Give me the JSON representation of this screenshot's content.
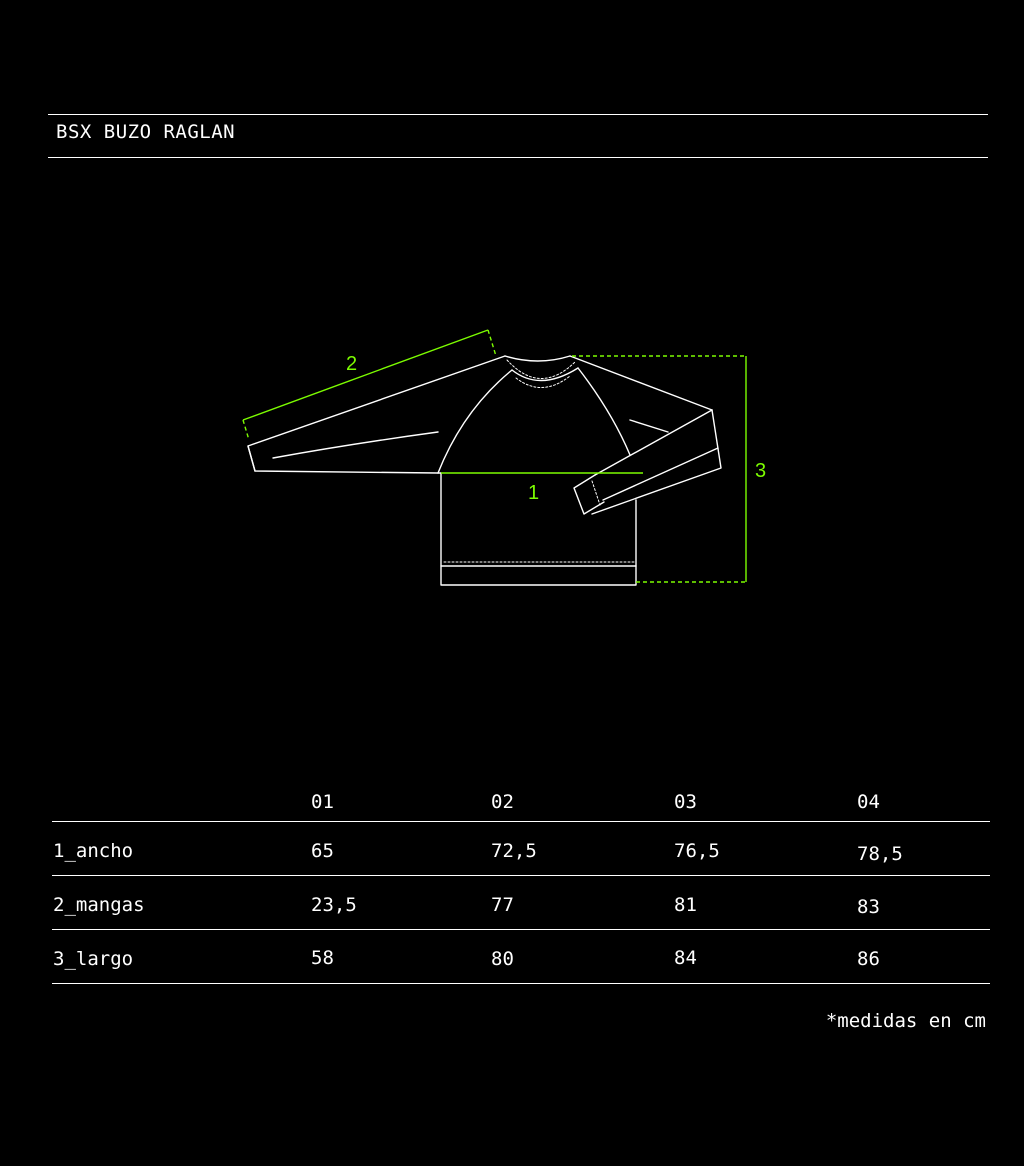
{
  "title": "BSX BUZO RAGLAN",
  "diagram": {
    "labels": {
      "width": "1",
      "sleeve": "2",
      "length": "3"
    },
    "accent_color": "#7cfc00",
    "line_color": "#ffffff"
  },
  "table": {
    "columns": [
      "01",
      "02",
      "03",
      "04"
    ],
    "rows": [
      {
        "label": "1_ancho",
        "values": [
          "65",
          "72,5",
          "76,5",
          "78,5"
        ]
      },
      {
        "label": "2_mangas",
        "values": [
          "23,5",
          "77",
          "81",
          "83"
        ]
      },
      {
        "label": "3_largo",
        "values": [
          "58",
          "80",
          "84",
          "86"
        ]
      }
    ]
  },
  "note": "*medidas en cm"
}
